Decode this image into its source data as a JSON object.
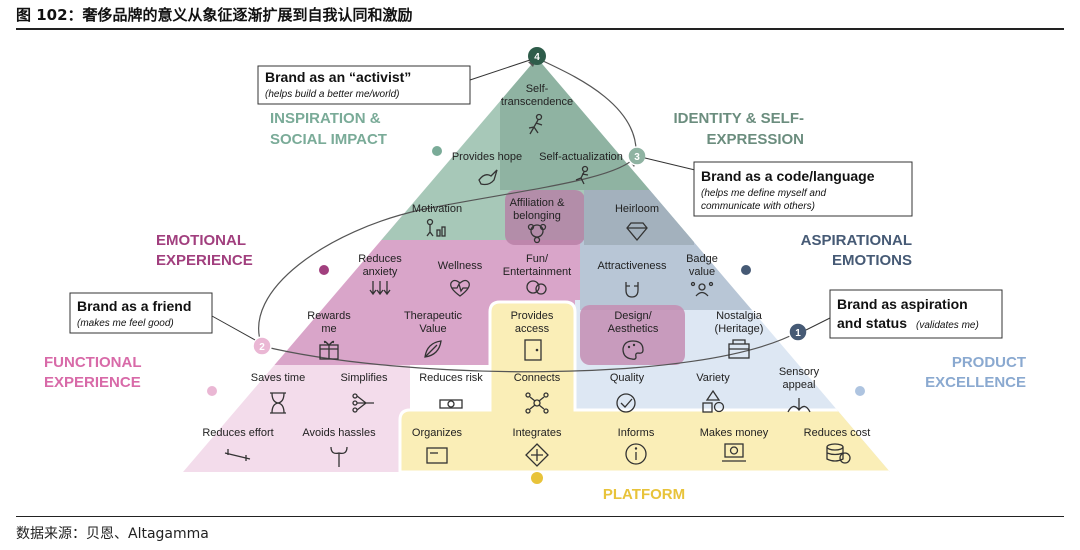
{
  "title": "图 102：奢侈品牌的意义从象征逐渐扩展到自我认同和激励",
  "source": "数据来源：贝恩、Altagamma",
  "sections": {
    "inspiration_l1": "INSPIRATION &",
    "inspiration_l2": "SOCIAL IMPACT",
    "identity_l1": "IDENTITY & SELF-",
    "identity_l2": "EXPRESSION",
    "emotional_l1": "EMOTIONAL",
    "emotional_l2": "EXPERIENCE",
    "aspirational_l1": "ASPIRATIONAL",
    "aspirational_l2": "EMOTIONS",
    "functional_l1": "FUNCTIONAL",
    "functional_l2": "EXPERIENCE",
    "product_l1": "PRODUCT",
    "product_l2": "EXCELLENCE",
    "platform": "PLATFORM"
  },
  "callouts": {
    "activist_title": "Brand as an “activist”",
    "activist_sub": "(helps build a better me/world)",
    "code_title": "Brand as a code/language",
    "code_sub1": "(helps me define myself and",
    "code_sub2": "communicate with others)",
    "friend_title": "Brand as a friend",
    "friend_sub": "(makes me feel good)",
    "aspiration_title1": "Brand as aspiration",
    "aspiration_title2": "and status",
    "aspiration_sub": "(validates me)"
  },
  "markers": {
    "m1": "1",
    "m2": "2",
    "m3": "3",
    "m4": "4"
  },
  "cells": {
    "self_trans_1": "Self-",
    "self_trans_2": "transcendence",
    "provides_hope": "Provides hope",
    "self_actualization": "Self-actualization",
    "motivation": "Motivation",
    "affiliation_1": "Affiliation &",
    "affiliation_2": "belonging",
    "heirloom": "Heirloom",
    "reduces_anxiety_1": "Reduces",
    "reduces_anxiety_2": "anxiety",
    "wellness": "Wellness",
    "fun_1": "Fun/",
    "fun_2": "Entertainment",
    "attractiveness": "Attractiveness",
    "badge_1": "Badge",
    "badge_2": "value",
    "rewards_1": "Rewards",
    "rewards_2": "me",
    "therapeutic_1": "Therapeutic",
    "therapeutic_2": "Value",
    "provides_access_1": "Provides",
    "provides_access_2": "access",
    "design_1": "Design/",
    "design_2": "Aesthetics",
    "nostalgia_1": "Nostalgia",
    "nostalgia_2": "(Heritage)",
    "saves_time": "Saves time",
    "simplifies": "Simplifies",
    "reduces_risk": "Reduces risk",
    "connects": "Connects",
    "quality": "Quality",
    "variety": "Variety",
    "sensory_1": "Sensory",
    "sensory_2": "appeal",
    "reduces_effort": "Reduces effort",
    "avoids_hassles": "Avoids hassles",
    "organizes": "Organizes",
    "integrates": "Integrates",
    "informs": "Informs",
    "makes_money": "Makes money",
    "reduces_cost": "Reduces cost"
  },
  "colors": {
    "inspiration": "#7aab98",
    "identity": "#6b8d7e",
    "emotional": "#a13f7e",
    "aspirational": "#465a75",
    "functional": "#d86aa8",
    "product": "#8aa9d0",
    "platform": "#e8c33a"
  }
}
